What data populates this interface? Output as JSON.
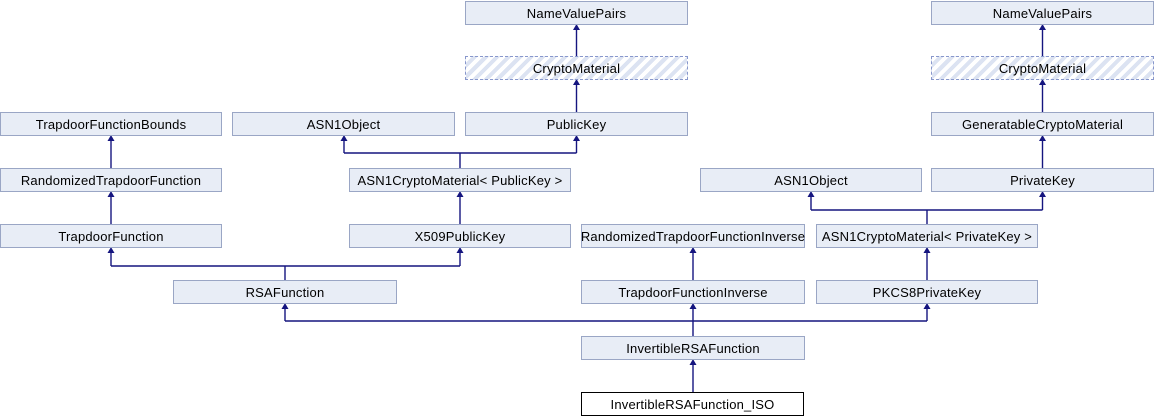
{
  "diagram": {
    "type": "class-inheritance-graph",
    "main_class": "InvertibleRSAFunction_ISO"
  },
  "colors": {
    "background": "#FFFFFF",
    "node_fill": "#E8EDF6",
    "node_border": "#9AA6C5",
    "hatch_stripe": "#DCE3F2",
    "hatch_border": "#8897CC",
    "main_fill": "#FFFFFF",
    "main_border": "#000000",
    "edge": "#15157F",
    "text": "#000000"
  },
  "nodes": [
    {
      "id": "name-value-pairs-left",
      "label": "NameValuePairs"
    },
    {
      "id": "name-value-pairs-right",
      "label": "NameValuePairs"
    },
    {
      "id": "crypto-material-left",
      "label": "CryptoMaterial",
      "style": "hatched"
    },
    {
      "id": "crypto-material-right",
      "label": "CryptoMaterial",
      "style": "hatched"
    },
    {
      "id": "trapdoor-function-bounds",
      "label": "TrapdoorFunctionBounds"
    },
    {
      "id": "asn1-object-left",
      "label": "ASN1Object"
    },
    {
      "id": "public-key",
      "label": "PublicKey"
    },
    {
      "id": "generatable-crypto-material",
      "label": "GeneratableCryptoMaterial"
    },
    {
      "id": "randomized-trapdoor-function",
      "label": "RandomizedTrapdoorFunction"
    },
    {
      "id": "asn1-crypto-material-public-key",
      "label": "ASN1CryptoMaterial< PublicKey >"
    },
    {
      "id": "asn1-object-right",
      "label": "ASN1Object"
    },
    {
      "id": "private-key",
      "label": "PrivateKey"
    },
    {
      "id": "trapdoor-function",
      "label": "TrapdoorFunction"
    },
    {
      "id": "x509-public-key",
      "label": "X509PublicKey"
    },
    {
      "id": "randomized-trapdoor-function-inverse",
      "label": "RandomizedTrapdoorFunctionInverse"
    },
    {
      "id": "asn1-crypto-material-private-key",
      "label": "ASN1CryptoMaterial< PrivateKey >"
    },
    {
      "id": "rsa-function",
      "label": "RSAFunction"
    },
    {
      "id": "trapdoor-function-inverse",
      "label": "TrapdoorFunctionInverse"
    },
    {
      "id": "pkcs8-private-key",
      "label": "PKCS8PrivateKey"
    },
    {
      "id": "invertible-rsa-function",
      "label": "InvertibleRSAFunction"
    },
    {
      "id": "invertible-rsa-function-iso",
      "label": "InvertibleRSAFunction_ISO",
      "style": "main"
    }
  ],
  "edges": [
    {
      "from": "crypto-material-left",
      "to": "name-value-pairs-left"
    },
    {
      "from": "public-key",
      "to": "crypto-material-left"
    },
    {
      "from": "crypto-material-right",
      "to": "name-value-pairs-right"
    },
    {
      "from": "generatable-crypto-material",
      "to": "crypto-material-right"
    },
    {
      "from": "private-key",
      "to": "generatable-crypto-material"
    },
    {
      "from": "randomized-trapdoor-function",
      "to": "trapdoor-function-bounds"
    },
    {
      "from": "trapdoor-function",
      "to": "randomized-trapdoor-function"
    },
    {
      "from": "asn1-crypto-material-public-key",
      "to": "asn1-object-left"
    },
    {
      "from": "asn1-crypto-material-public-key",
      "to": "public-key"
    },
    {
      "from": "x509-public-key",
      "to": "asn1-crypto-material-public-key"
    },
    {
      "from": "asn1-crypto-material-private-key",
      "to": "asn1-object-right"
    },
    {
      "from": "asn1-crypto-material-private-key",
      "to": "private-key"
    },
    {
      "from": "rsa-function",
      "to": "trapdoor-function"
    },
    {
      "from": "rsa-function",
      "to": "x509-public-key"
    },
    {
      "from": "trapdoor-function-inverse",
      "to": "randomized-trapdoor-function-inverse"
    },
    {
      "from": "pkcs8-private-key",
      "to": "asn1-crypto-material-private-key"
    },
    {
      "from": "invertible-rsa-function",
      "to": "rsa-function"
    },
    {
      "from": "invertible-rsa-function",
      "to": "trapdoor-function-inverse"
    },
    {
      "from": "invertible-rsa-function",
      "to": "pkcs8-private-key"
    },
    {
      "from": "invertible-rsa-function-iso",
      "to": "invertible-rsa-function"
    }
  ]
}
